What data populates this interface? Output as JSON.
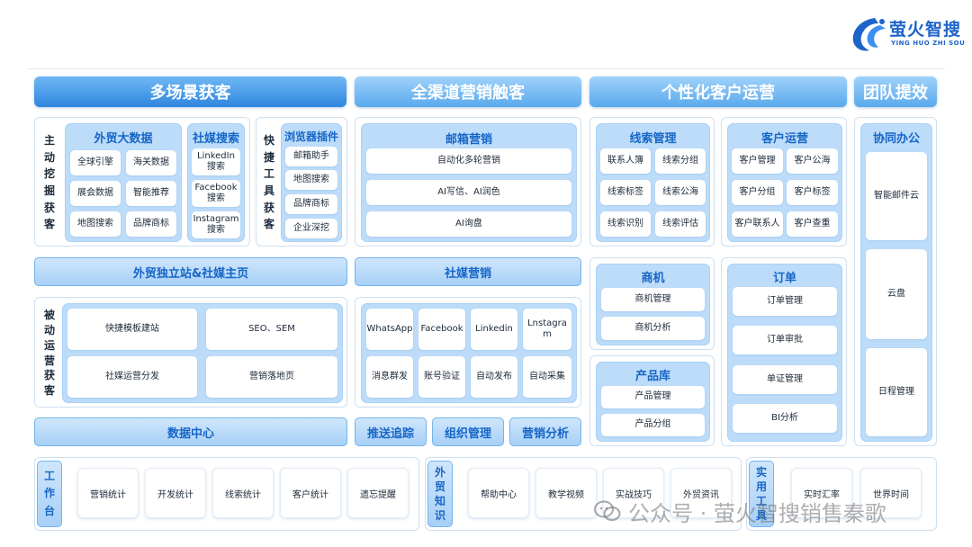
{
  "brand": {
    "name": "萤火智搜",
    "subtitle": "YING HUO ZHI SOU",
    "color": "#1d63c9"
  },
  "headers": {
    "multi_scene": "多场景获客",
    "all_channel": "全渠道营销触客",
    "personal_ops": "个性化客户运营",
    "team": "团队提效"
  },
  "active_acquisition": {
    "label": [
      "主",
      "动",
      "挖",
      "掘",
      "获",
      "客"
    ],
    "foreign_trade_data": {
      "title": "外贸大数据",
      "items": [
        "全球引擎",
        "海关数据",
        "展会数据",
        "智能推荐",
        "地图搜索",
        "品牌商标"
      ]
    },
    "social_search": {
      "title": "社媒搜索",
      "items": [
        "LinkedIn\n搜索",
        "Facebook\n搜索",
        "Instagram\n搜索"
      ]
    },
    "quick_tools_label": [
      "快",
      "捷",
      "工",
      "具",
      "获",
      "客"
    ],
    "browser_plugin": {
      "title": "浏览器插件",
      "items": [
        "邮箱助手",
        "地图搜索",
        "品牌商标",
        "企业深挖"
      ]
    }
  },
  "site_bar": "外贸独立站&社媒主页",
  "passive_acquisition": {
    "label": [
      "被",
      "动",
      "运",
      "营",
      "获",
      "客"
    ],
    "items": [
      "快捷模板建站",
      "SEO、SEM",
      "社媒运营分发",
      "营销落地页"
    ]
  },
  "data_center": "数据中心",
  "email_marketing": {
    "title": "邮箱营销",
    "items": [
      "自动化多轮营销",
      "AI写信、AI润色",
      "AI询盘"
    ]
  },
  "social_marketing": {
    "bar": "社媒营销",
    "platforms": [
      "WhatsApp",
      "Facebook",
      "Linkedin",
      "Lnstagra\nm"
    ],
    "actions": [
      "消息群发",
      "账号验证",
      "自动发布",
      "自动采集"
    ]
  },
  "bottom_tabs": [
    "推送追踪",
    "组织管理",
    "营销分析"
  ],
  "lead_mgmt": {
    "title": "线索管理",
    "items": [
      "联系人簿",
      "线索分组",
      "线索标签",
      "线索公海",
      "线索识别",
      "线索评估"
    ]
  },
  "customer_ops": {
    "title": "客户运营",
    "items": [
      "客户管理",
      "客户公海",
      "客户分组",
      "客户标签",
      "客户联系人",
      "客户查重"
    ]
  },
  "opportunity": {
    "title": "商机",
    "items": [
      "商机管理",
      "商机分析"
    ]
  },
  "product_lib": {
    "title": "产品库",
    "items": [
      "产品管理",
      "产品分组"
    ]
  },
  "order": {
    "title": "订单",
    "items": [
      "订单管理",
      "订单审批",
      "单证管理",
      "BI分析"
    ]
  },
  "collab": {
    "title": "协同办公",
    "items": [
      "智能邮件云",
      "云盘",
      "日程管理"
    ]
  },
  "workbench": {
    "label": [
      "工",
      "作",
      "台"
    ],
    "items": [
      "营销统计",
      "开发统计",
      "线索统计",
      "客户统计",
      "遗忘提醒"
    ]
  },
  "trade_knowledge": {
    "label": [
      "外",
      "贸",
      "知",
      "识"
    ],
    "items": [
      "帮助中心",
      "教学视频",
      "实战技巧",
      "外贸资讯"
    ]
  },
  "utilities": {
    "label": [
      "实",
      "用",
      "工",
      "具"
    ],
    "items": [
      "实时汇率",
      "世界时间"
    ]
  },
  "watermark": "公众号 · 萤火智搜销售秦歌",
  "colors": {
    "header_start": "#9fd2fb",
    "header_end": "#5aa9ec",
    "group_fill": "#bcdcf9",
    "accent_text": "#1766c7"
  }
}
